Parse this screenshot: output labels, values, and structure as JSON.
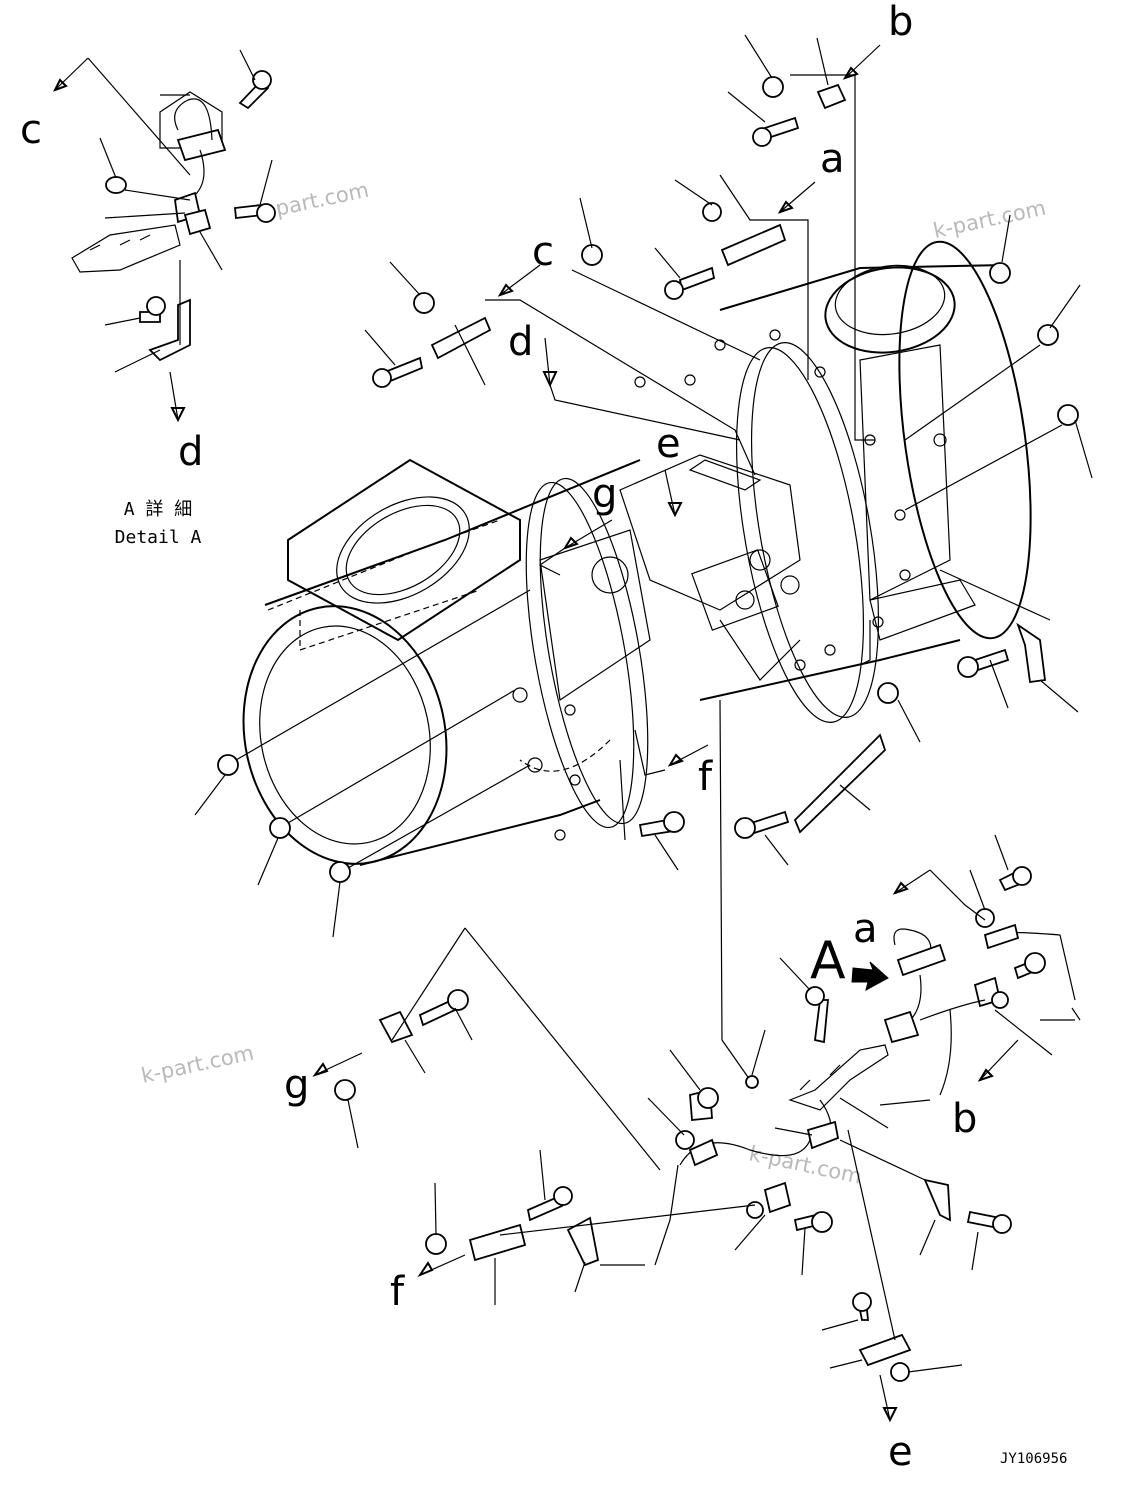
{
  "labels": {
    "a1": "a",
    "a2": "a",
    "b1": "b",
    "b2": "b",
    "c1": "c",
    "c2": "c",
    "d1": "d",
    "d2": "d",
    "e1": "e",
    "e2": "e",
    "f1": "f",
    "f2": "f",
    "g1": "g",
    "g2": "g",
    "view_A": "A"
  },
  "detail": {
    "line1": "A 詳 細",
    "line2": "Detail A"
  },
  "drawing_code": "JY106956",
  "watermark": "k-part.com"
}
